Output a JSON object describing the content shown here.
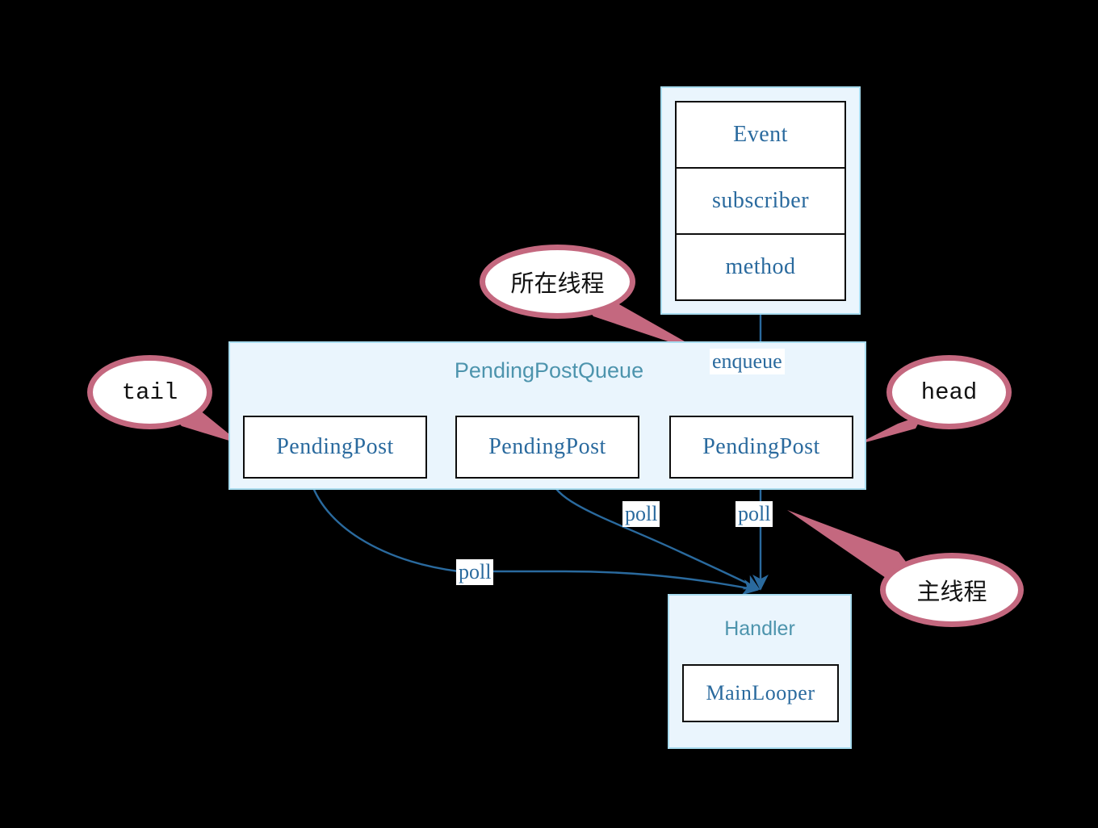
{
  "diagram": {
    "title_event_panel": "",
    "background_color": "#000000",
    "panel_fill": "#eaf5fd",
    "panel_border": "#a8dcef",
    "box_text_color": "#2a6a9e",
    "panel_title_color": "#4d94ad",
    "callout_color": "#c4687f",
    "arrow_color": "#2a6a9e"
  },
  "event_panel": {
    "rows": [
      {
        "label": "Event"
      },
      {
        "label": "subscriber"
      },
      {
        "label": "method"
      }
    ]
  },
  "queue_panel": {
    "title": "PendingPostQueue",
    "nodes": [
      {
        "label": "PendingPost",
        "role": "tail"
      },
      {
        "label": "PendingPost",
        "role": "middle"
      },
      {
        "label": "PendingPost",
        "role": "head"
      }
    ]
  },
  "handler_panel": {
    "title": "Handler",
    "inner": {
      "label": "MainLooper"
    }
  },
  "edge_labels": {
    "enqueue": "enqueue",
    "poll_tail": "poll",
    "poll_mid": "poll",
    "poll_head": "poll"
  },
  "callouts": [
    {
      "id": "thread",
      "label": "所在线程"
    },
    {
      "id": "tail",
      "label": "tail"
    },
    {
      "id": "head",
      "label": "head"
    },
    {
      "id": "main",
      "label": "主线程"
    }
  ]
}
